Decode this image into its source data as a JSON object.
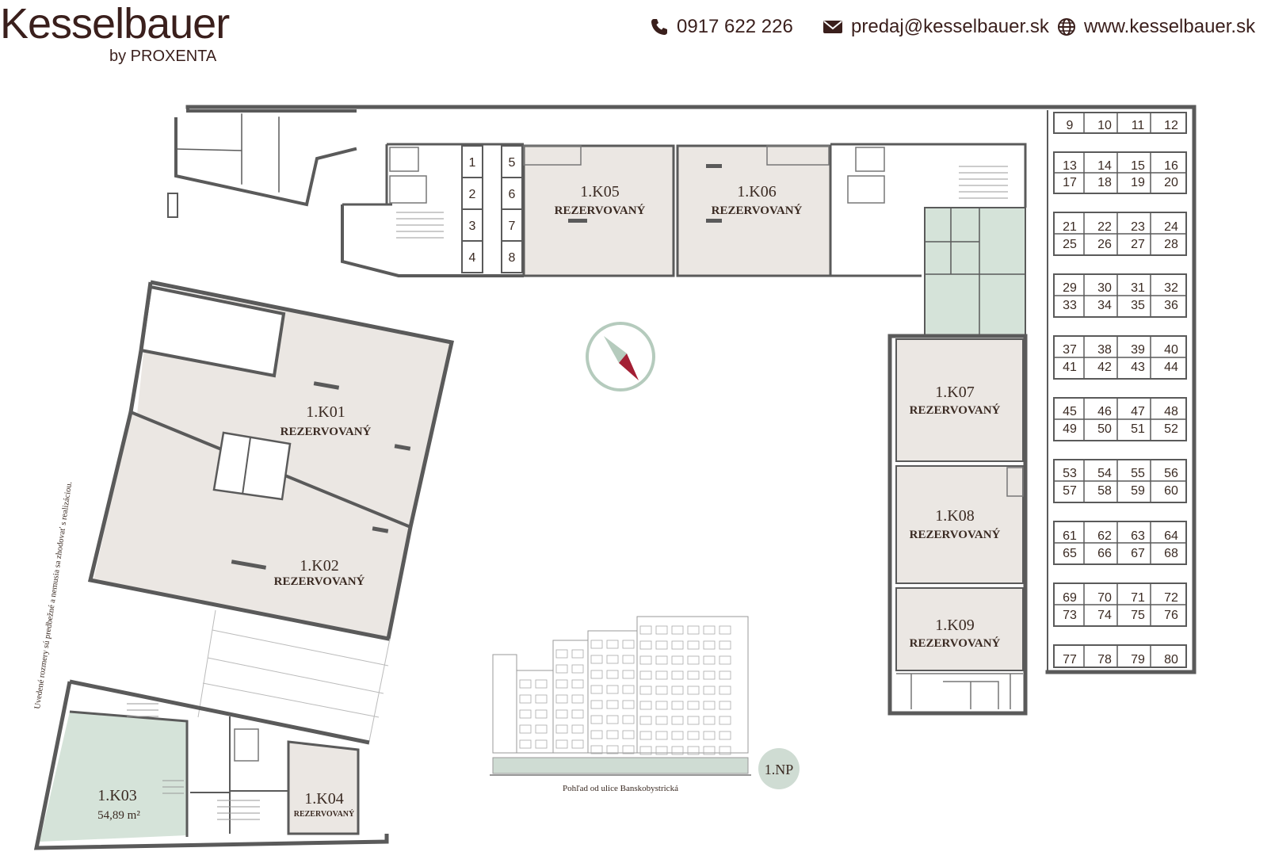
{
  "header": {
    "brand": "Kesselbauer",
    "brand_sub": "by PROXENTA",
    "phone": "0917 622 226",
    "email": "predaj@kesselbauer.sk",
    "web": "www.kesselbauer.sk",
    "icons": [
      "phone-icon",
      "envelope-icon",
      "globe-icon"
    ]
  },
  "units": {
    "k01": {
      "name": "1.K01",
      "status": "REZERVOVANÝ"
    },
    "k02": {
      "name": "1.K02",
      "status": "REZERVOVANÝ"
    },
    "k03": {
      "name": "1.K03",
      "area": "54,89 m²"
    },
    "k04": {
      "name": "1.K04",
      "status": "REZERVOVANÝ"
    },
    "k05": {
      "name": "1.K05",
      "status": "REZERVOVANÝ"
    },
    "k06": {
      "name": "1.K06",
      "status": "REZERVOVANÝ"
    },
    "k07": {
      "name": "1.K07",
      "status": "REZERVOVANÝ"
    },
    "k08": {
      "name": "1.K08",
      "status": "REZERVOVANÝ"
    },
    "k09": {
      "name": "1.K09",
      "status": "REZERVOVANÝ"
    }
  },
  "storage_small": [
    "1",
    "2",
    "3",
    "4",
    "5",
    "6",
    "7",
    "8"
  ],
  "storage_right": [
    [
      "9",
      "10",
      "11",
      "12"
    ],
    [
      "13",
      "14",
      "15",
      "16"
    ],
    [
      "17",
      "18",
      "19",
      "20"
    ],
    [
      "21",
      "22",
      "23",
      "24"
    ],
    [
      "25",
      "26",
      "27",
      "28"
    ],
    [
      "29",
      "30",
      "31",
      "32"
    ],
    [
      "33",
      "34",
      "35",
      "36"
    ],
    [
      "37",
      "38",
      "39",
      "40"
    ],
    [
      "41",
      "42",
      "43",
      "44"
    ],
    [
      "45",
      "46",
      "47",
      "48"
    ],
    [
      "49",
      "50",
      "51",
      "52"
    ],
    [
      "53",
      "54",
      "55",
      "56"
    ],
    [
      "57",
      "58",
      "59",
      "60"
    ],
    [
      "61",
      "62",
      "63",
      "64"
    ],
    [
      "65",
      "66",
      "67",
      "68"
    ],
    [
      "69",
      "70",
      "71",
      "72"
    ],
    [
      "73",
      "74",
      "75",
      "76"
    ],
    [
      "77",
      "78",
      "79",
      "80"
    ]
  ],
  "floor_badge": "1.NP",
  "elevation_caption": "Pohľad od ulice Banskobystrická",
  "disclaimer": "Uvedené rozmery sú predbežné a nemusia sa zhodovať s realizáciou.",
  "colors": {
    "wall": "#5a5a5a",
    "reserved_fill": "#ebe7e3",
    "available_fill": "#d5e3d9",
    "text": "#3a2a22",
    "compass_needle": "#a31f34",
    "badge": "#cfdcd3"
  }
}
